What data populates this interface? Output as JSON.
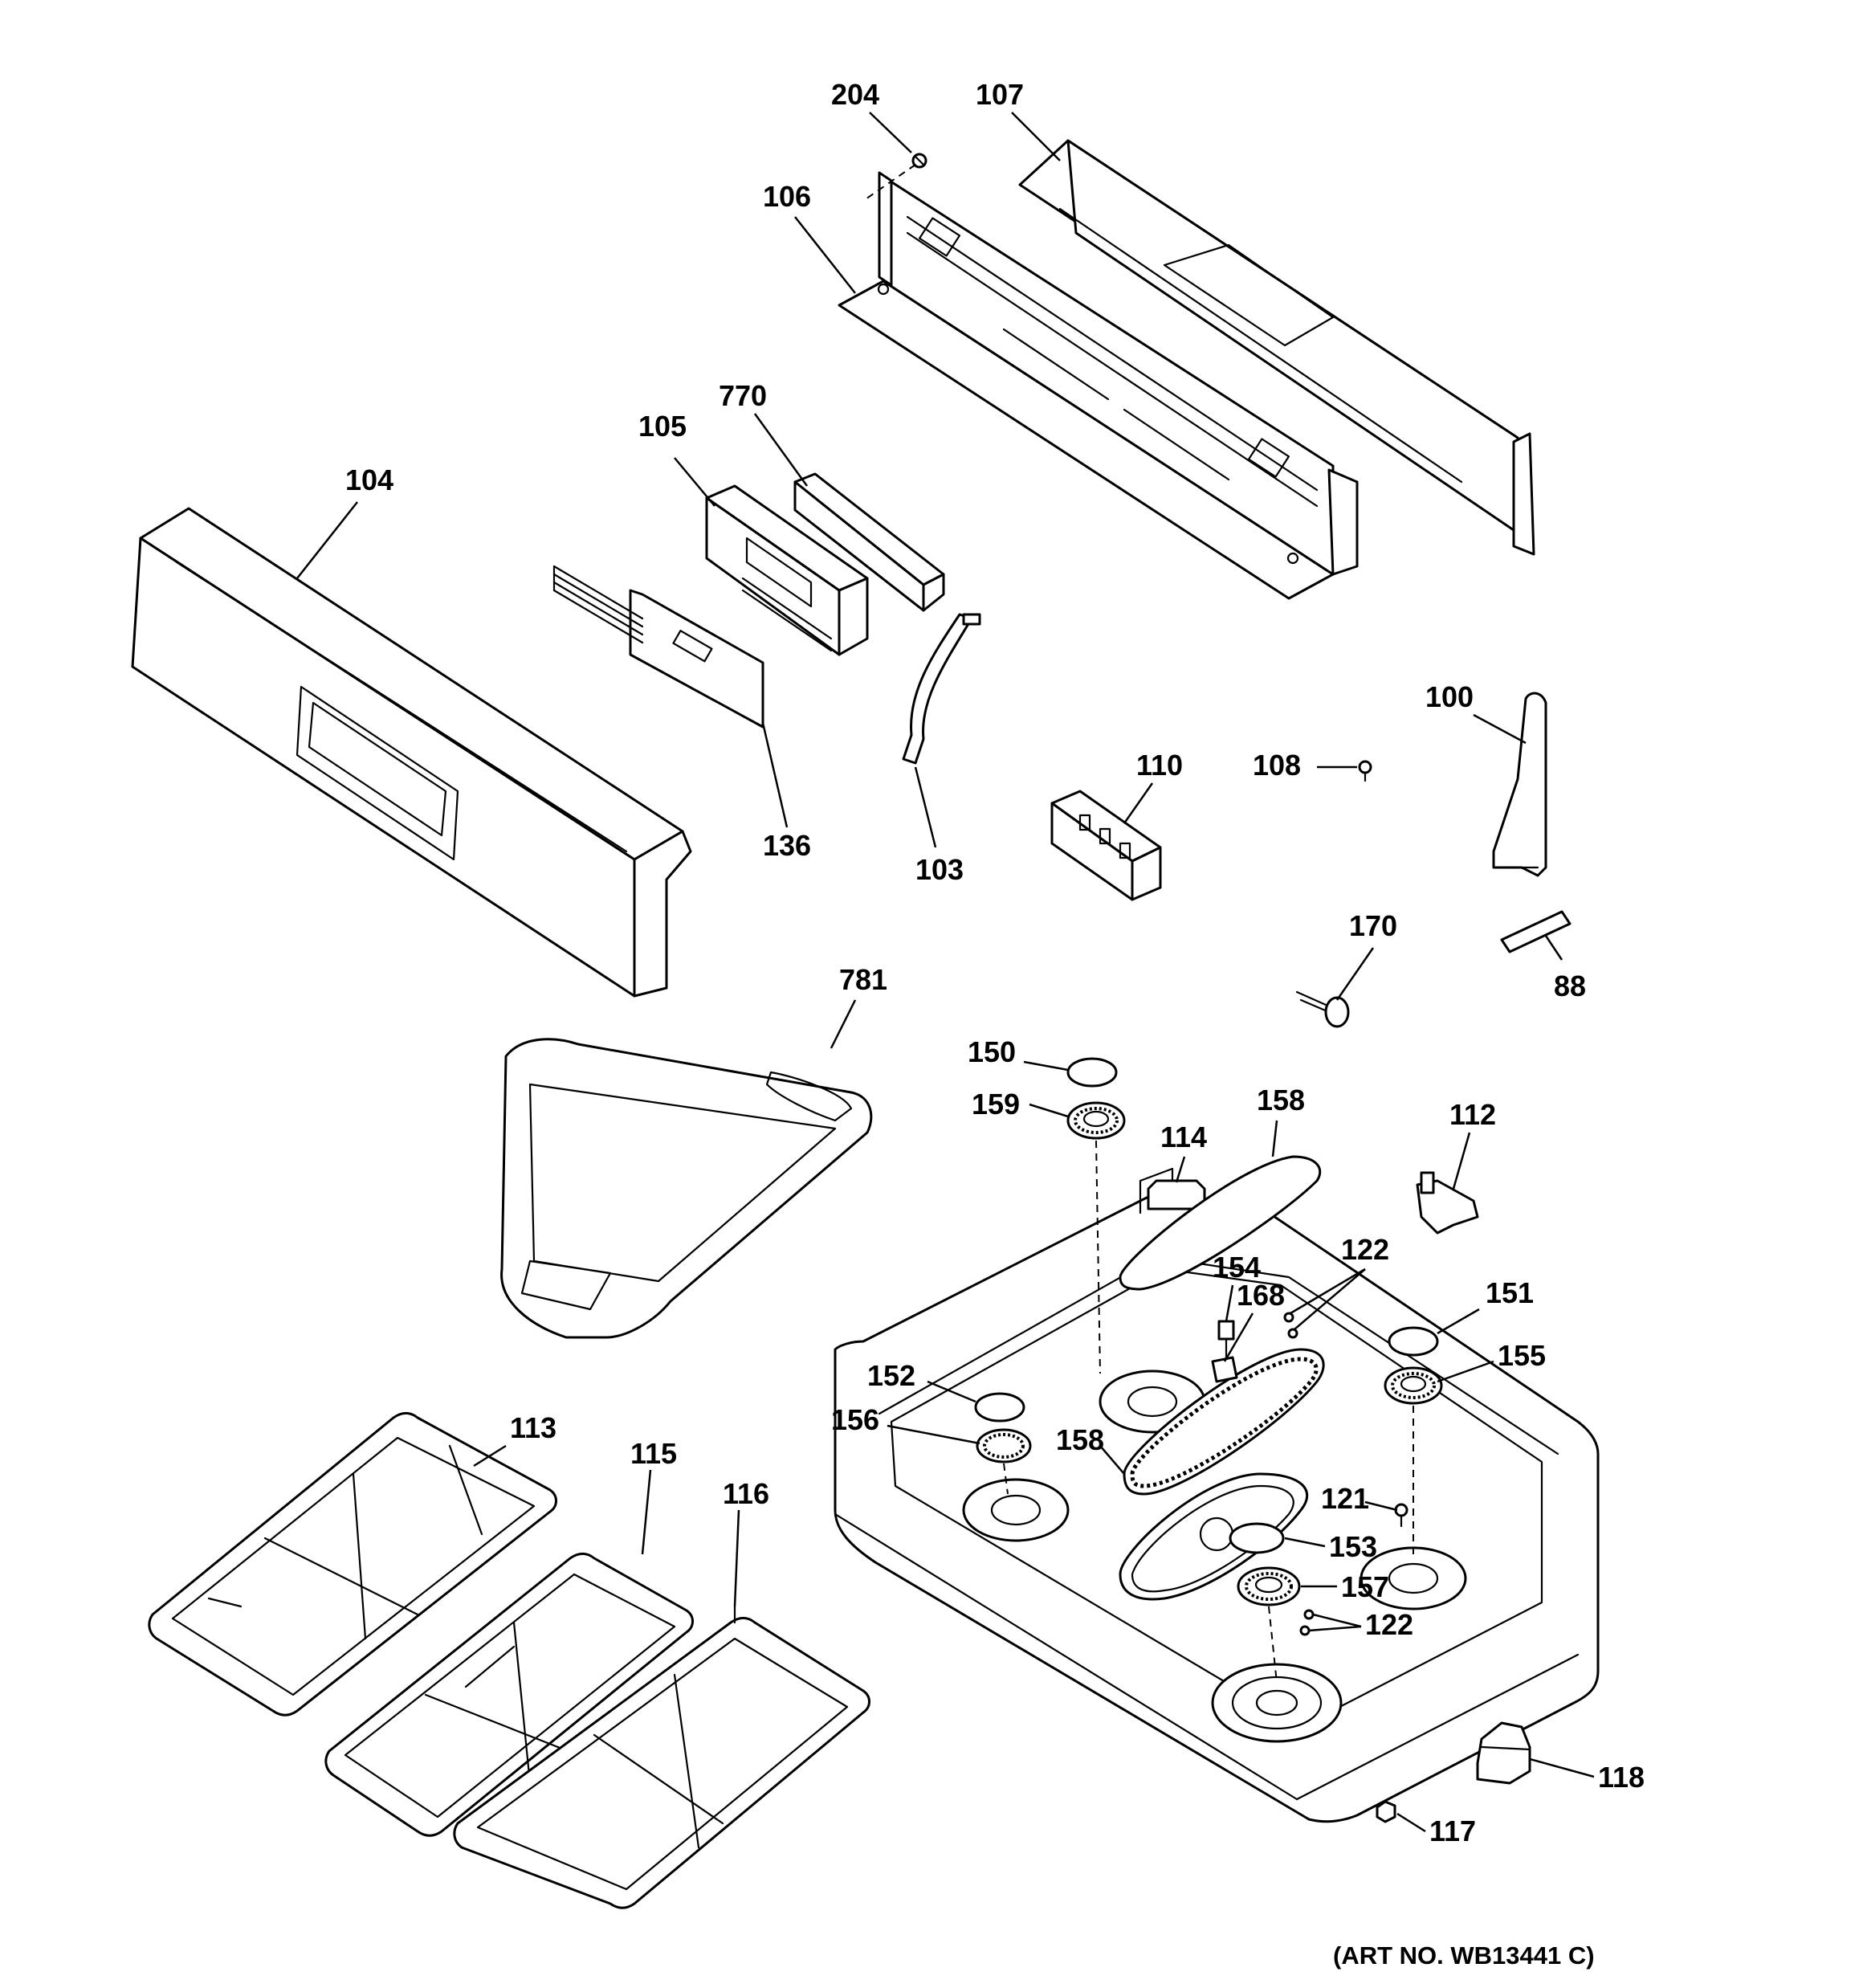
{
  "art_number": "(ART NO. WB13441 C)",
  "callouts": {
    "c204": "204",
    "c107": "107",
    "c106": "106",
    "c770": "770",
    "c105": "105",
    "c104": "104",
    "c136": "136",
    "c103": "103",
    "c100": "100",
    "c108": "108",
    "c110": "110",
    "c170": "170",
    "c88": "88",
    "c781": "781",
    "c150": "150",
    "c159": "159",
    "c158a": "158",
    "c114": "114",
    "c112": "112",
    "c122a": "122",
    "c154": "154",
    "c168": "168",
    "c151": "151",
    "c155": "155",
    "c152": "152",
    "c156": "156",
    "c158b": "158",
    "c121": "121",
    "c153": "153",
    "c157": "157",
    "c122b": "122",
    "c113": "113",
    "c115": "115",
    "c116": "116",
    "c118": "118",
    "c117": "117"
  }
}
